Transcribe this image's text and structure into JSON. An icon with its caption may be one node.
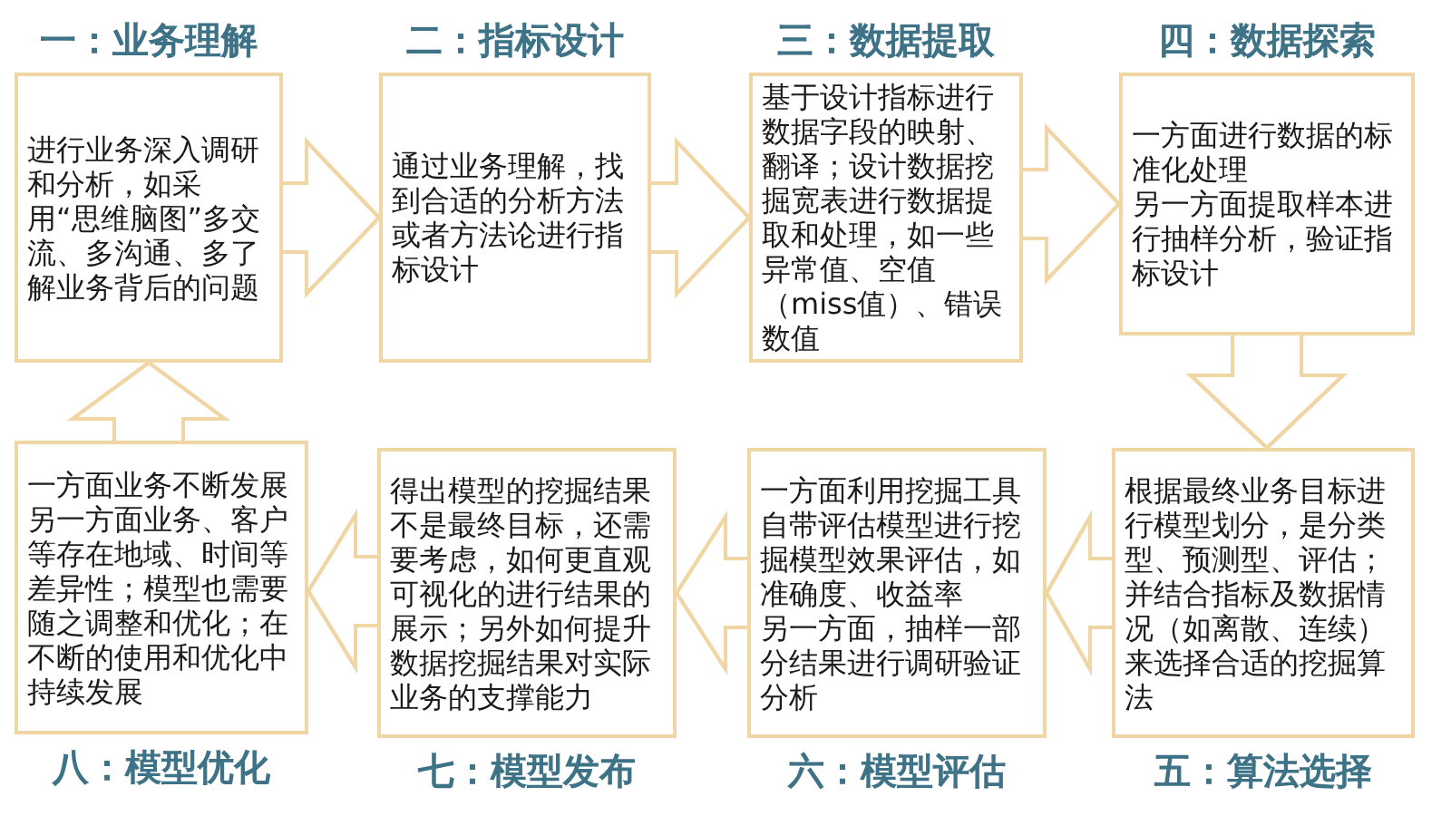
{
  "diagram": {
    "nodes": [
      {
        "text": [
          "一：业务理解",
          "进行业务深入调研和分析，如采用“思维脑图”多交流、多沟通、多了解业务背后的问题"
        ]
      },
      {
        "text": [
          "二：指标设计",
          "通过业务理解，找到合适的分析方法或者方法论进行指标设计"
        ]
      },
      {
        "text": [
          "三：数据提取",
          "基于设计指标进行数据字段的映射、翻译；设计数据挖掘宽表进行数据提取和处理，如一些异常值、空值（miss值）、错误数值"
        ]
      },
      {
        "text": [
          "四：数据探索",
          "一方面进行数据的标准化处理",
          "另一方面提取样本进行抽样分析，验证指标设计"
        ]
      },
      {
        "text": [
          "根据最终业务目标进行模型划分，是分类型、预测型、评估；并结合指标及数据情况（如离散、连续）来选择合适的挖掘算法",
          "五：算法选择"
        ]
      },
      {
        "text": [
          "一方面利用挖掘工具自带评估模型进行挖掘模型效果评估，如准确度、收益率",
          "另一方面，抽样一部分结果进行调研验证分析",
          "六：模型评估"
        ]
      },
      {
        "text": [
          "得出模型的挖掘结果不是最终目标，还需要考虑，如何更直观可视化的进行结果的展示；另外如何提升数据挖掘结果对实际业务的支撑能力",
          "七：模型发布"
        ]
      },
      {
        "text": [
          "一方面业务不断发展",
          "另一方面业务、客户等存在地域、时间等差异性；模型也需要随之调整和优化；在不断的使用和优化中持续发展",
          "八：模型优化"
        ]
      }
    ],
    "edges": [
      {
        "from": 0,
        "to": 1,
        "arrow": "to"
      },
      {
        "from": 1,
        "to": 2,
        "arrow": "to"
      },
      {
        "from": 2,
        "to": 3,
        "arrow": "to"
      },
      {
        "from": 3,
        "to": 4,
        "arrow": "to"
      },
      {
        "from": 4,
        "to": 5,
        "arrow": "to"
      },
      {
        "from": 5,
        "to": 6,
        "arrow": "to"
      },
      {
        "from": 6,
        "to": 7,
        "arrow": "to"
      },
      {
        "from": 7,
        "to": 0,
        "arrow": "to"
      }
    ]
  }
}
